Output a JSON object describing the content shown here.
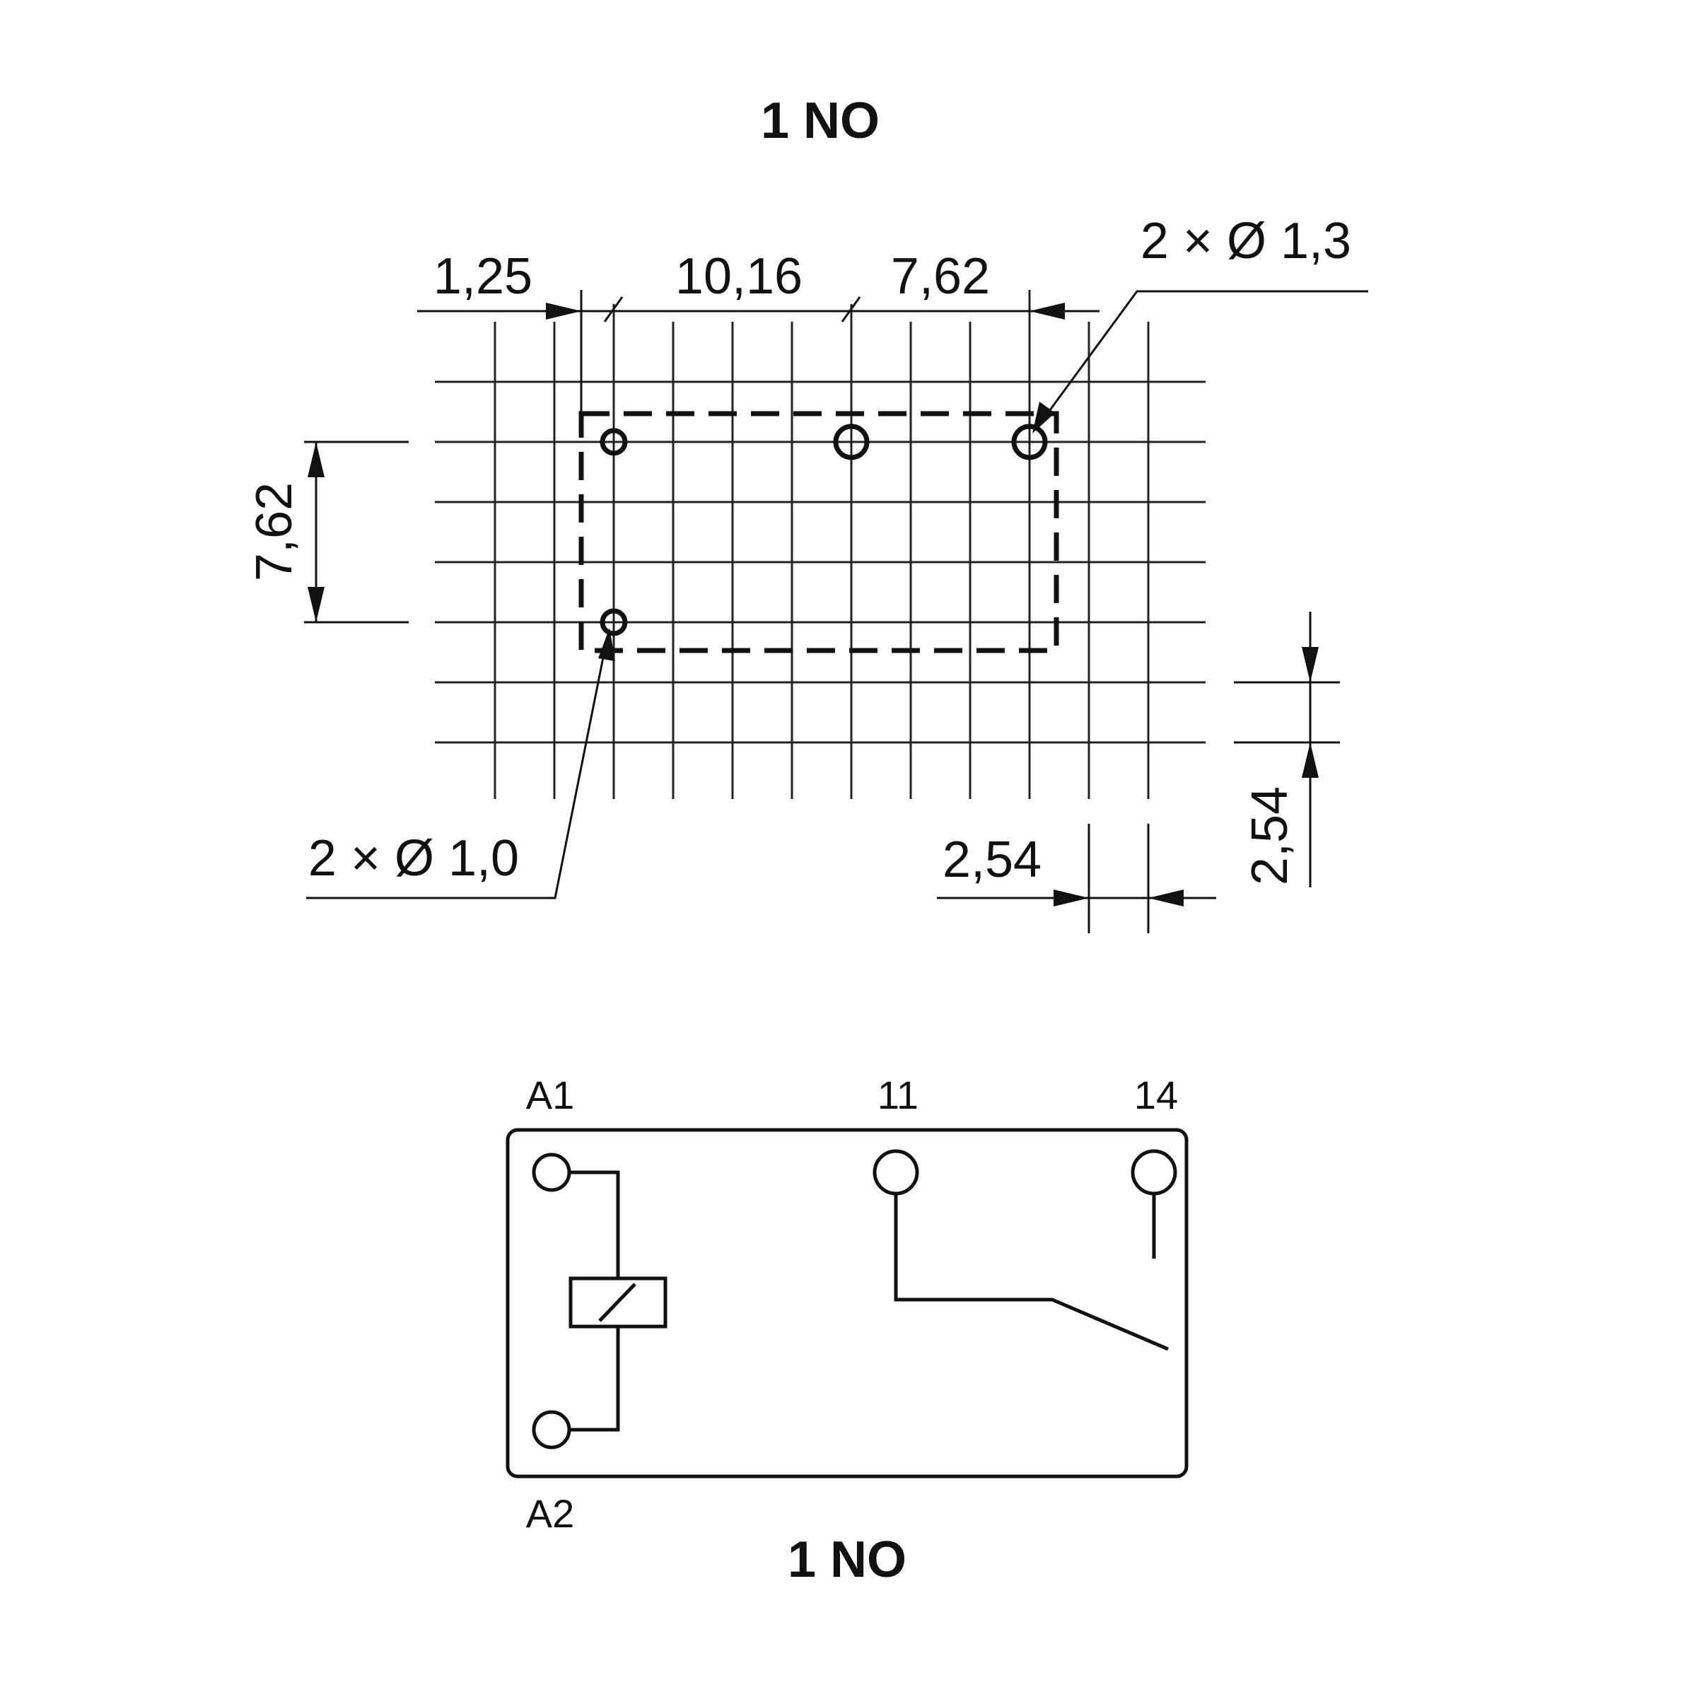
{
  "footprint": {
    "title": "1  NO",
    "dim_1_25": "1,25",
    "dim_10_16": "10,16",
    "dim_7_62_h": "7,62",
    "dim_7_62_v": "7,62",
    "dim_2_54_h": "2,54",
    "dim_2_54_v": "2,54",
    "hole_large": "2 × Ø 1,3",
    "hole_small": "2 × Ø 1,0"
  },
  "schematic": {
    "title": "1  NO",
    "pins": {
      "a1": "A1",
      "a2": "A2",
      "p11": "11",
      "p14": "14"
    }
  }
}
